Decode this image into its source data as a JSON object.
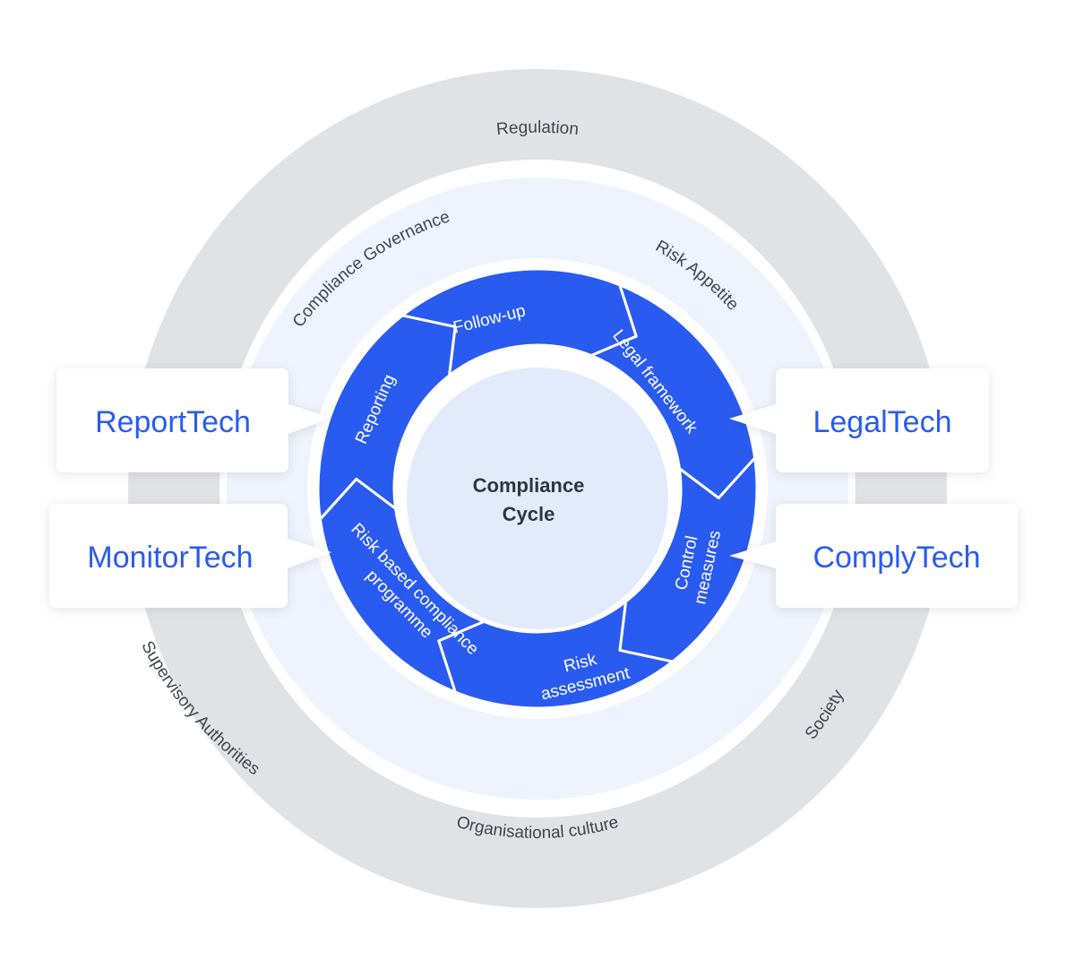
{
  "colors": {
    "outer_ring": "#e1e2e6",
    "gap": "#ffffff",
    "middle_ring": "#eef3fd",
    "segment": "#2a5bf0",
    "center": "#e3eafb",
    "tech_text": "#2a5bf0",
    "card": "#ffffff"
  },
  "outer_ring": {
    "labels": [
      "Regulation",
      "Supervisory Authorities",
      "Society"
    ]
  },
  "middle_ring": {
    "labels": [
      "Compliance Governance",
      "Risk Appetite",
      "Organisational culture"
    ]
  },
  "cycle": {
    "center_title_line1": "Compliance",
    "center_title_line2": "Cycle",
    "segments": [
      {
        "lines": [
          "Follow-up"
        ]
      },
      {
        "lines": [
          "Legal framework"
        ]
      },
      {
        "lines": [
          "Control",
          "measures"
        ]
      },
      {
        "lines": [
          "Risk",
          "assessment"
        ]
      },
      {
        "lines": [
          "Risk based compliance",
          "programme"
        ]
      },
      {
        "lines": [
          "Reporting"
        ]
      }
    ]
  },
  "tech_cards": [
    {
      "label": "ReportTech"
    },
    {
      "label": "LegalTech"
    },
    {
      "label": "MonitorTech"
    },
    {
      "label": "ComplyTech"
    }
  ]
}
